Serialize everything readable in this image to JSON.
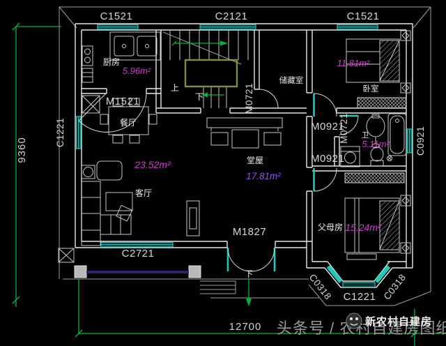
{
  "colors": {
    "wall": "#e8e8e8",
    "eave": "#9f9f9f",
    "window_teal": "#1ec8bc",
    "dim_green": "#00b33c",
    "area_magenta": "#c644c6",
    "area_purple": "#9a4fe0",
    "railing_navy": "#26266b",
    "landing_olive": "#8a8a3a",
    "column_gray": "#b9b9b9",
    "watermark_gray": "#9a9a9a"
  },
  "plan": {
    "windows": {
      "top_left": "C1521",
      "top_middle": "C2121",
      "top_right": "C1521",
      "left": "C1221",
      "right": "C0921",
      "bottom": "C2721",
      "bay_left": "C0318",
      "bay_center": "C1221",
      "bay_right": "C0318"
    },
    "doors": {
      "kitchen": "M1521",
      "storage": "M0721",
      "corridor": "M0921",
      "parents": "M0921",
      "bath": "M0721",
      "entry": "M1827"
    },
    "rooms": {
      "kitchen": {
        "name": "厨房",
        "area": "5.96m²"
      },
      "dining": {
        "name": "餐厅",
        "area": "23.52m²"
      },
      "living": {
        "name": "客厅"
      },
      "hall": {
        "name": "堂屋",
        "area": "17.81m²"
      },
      "storage": {
        "name": "储藏室"
      },
      "bedroom": {
        "name": "卧室",
        "area": "11.81m²"
      },
      "bath": {
        "name": "卫",
        "area": "5.11m²"
      },
      "parents": {
        "name": "父母房",
        "area": "15.24m²"
      }
    },
    "stairs": {
      "up_label": "上",
      "down_label": "下"
    },
    "entry": {
      "down_label": "下"
    },
    "dimensions": {
      "width": "12700",
      "height": "9360"
    }
  },
  "watermark": {
    "byline": "头条号 / 农村自建房图纸",
    "logo_text": "新农村自建房"
  }
}
